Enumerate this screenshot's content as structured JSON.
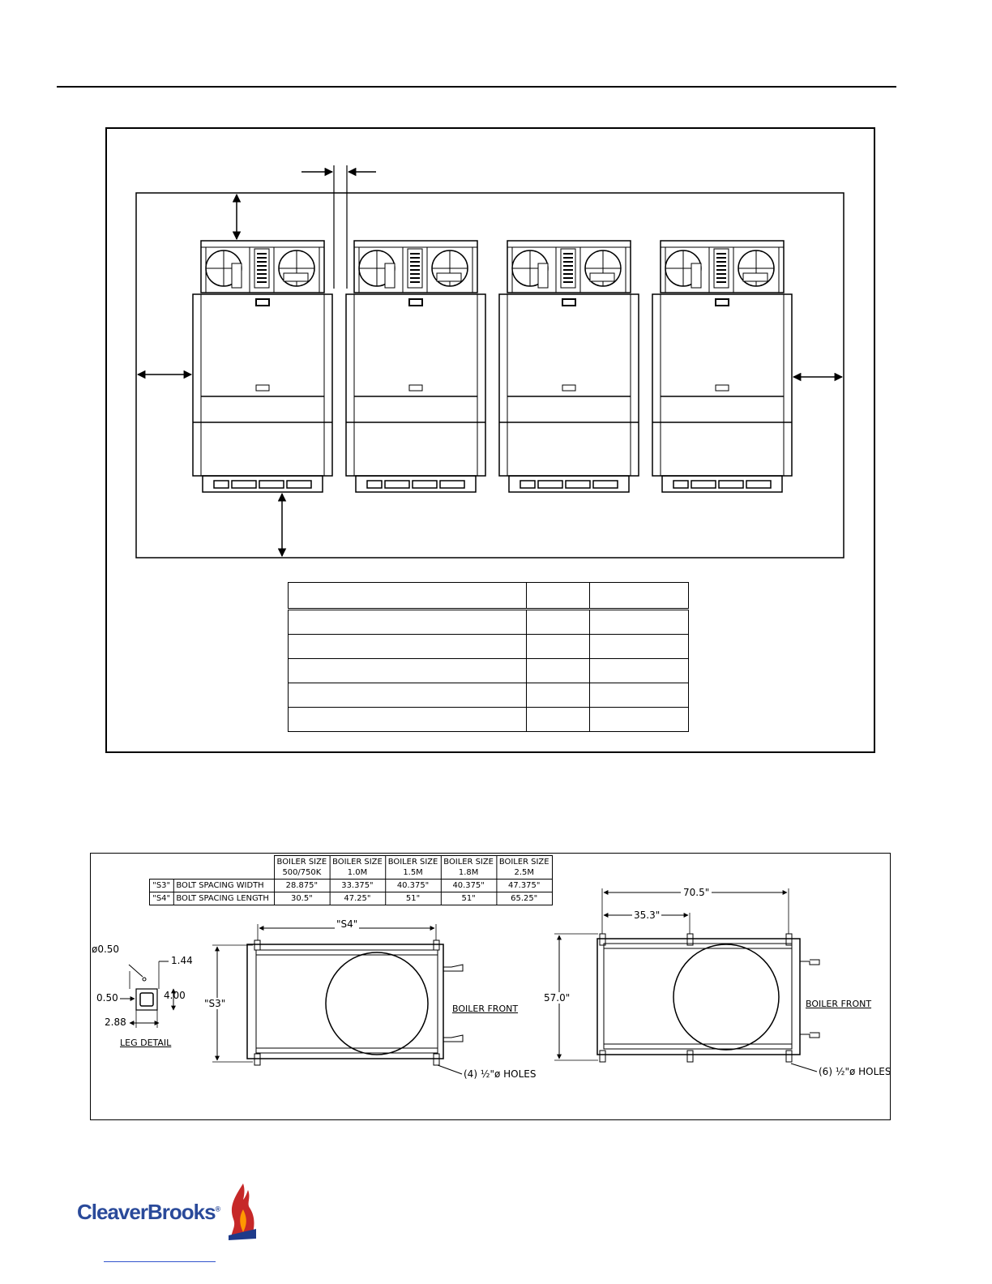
{
  "bolt_table": {
    "headers": [
      {
        "line1": "BOILER SIZE",
        "line2": "500/750K"
      },
      {
        "line1": "BOILER SIZE",
        "line2": "1.0M"
      },
      {
        "line1": "BOILER SIZE",
        "line2": "1.5M"
      },
      {
        "line1": "BOILER SIZE",
        "line2": "1.8M"
      },
      {
        "line1": "BOILER SIZE",
        "line2": "2.5M"
      }
    ],
    "rows": [
      {
        "code": "\"S3\"",
        "label": "BOLT SPACING WIDTH",
        "values": [
          "28.875\"",
          "33.375\"",
          "40.375\"",
          "40.375\"",
          "47.375\""
        ]
      },
      {
        "code": "\"S4\"",
        "label": "BOLT SPACING LENGTH",
        "values": [
          "30.5\"",
          "47.25\"",
          "51\"",
          "51\"",
          "65.25\""
        ]
      }
    ]
  },
  "leg_detail": {
    "hole_dia": "ø0.50",
    "dim_1_44": "1.44",
    "dim_0_50": "0.50",
    "dim_4_00": "4.00",
    "dim_2_88": "2.88",
    "title": "LEG DETAIL"
  },
  "base_4": {
    "s4_label": "\"S4\"",
    "s3_label": "\"S3\"",
    "front_label": "BOILER FRONT",
    "holes_label": "(4) ½\"ø HOLES"
  },
  "base_6": {
    "dim_70_5": "70.5\"",
    "dim_35_3": "35.3\"",
    "dim_57_0": "57.0\"",
    "front_label": "BOILER FRONT",
    "holes_label": "(6) ½\"ø HOLES"
  },
  "logo": {
    "text": "CleaverBrooks",
    "reg": "®"
  }
}
